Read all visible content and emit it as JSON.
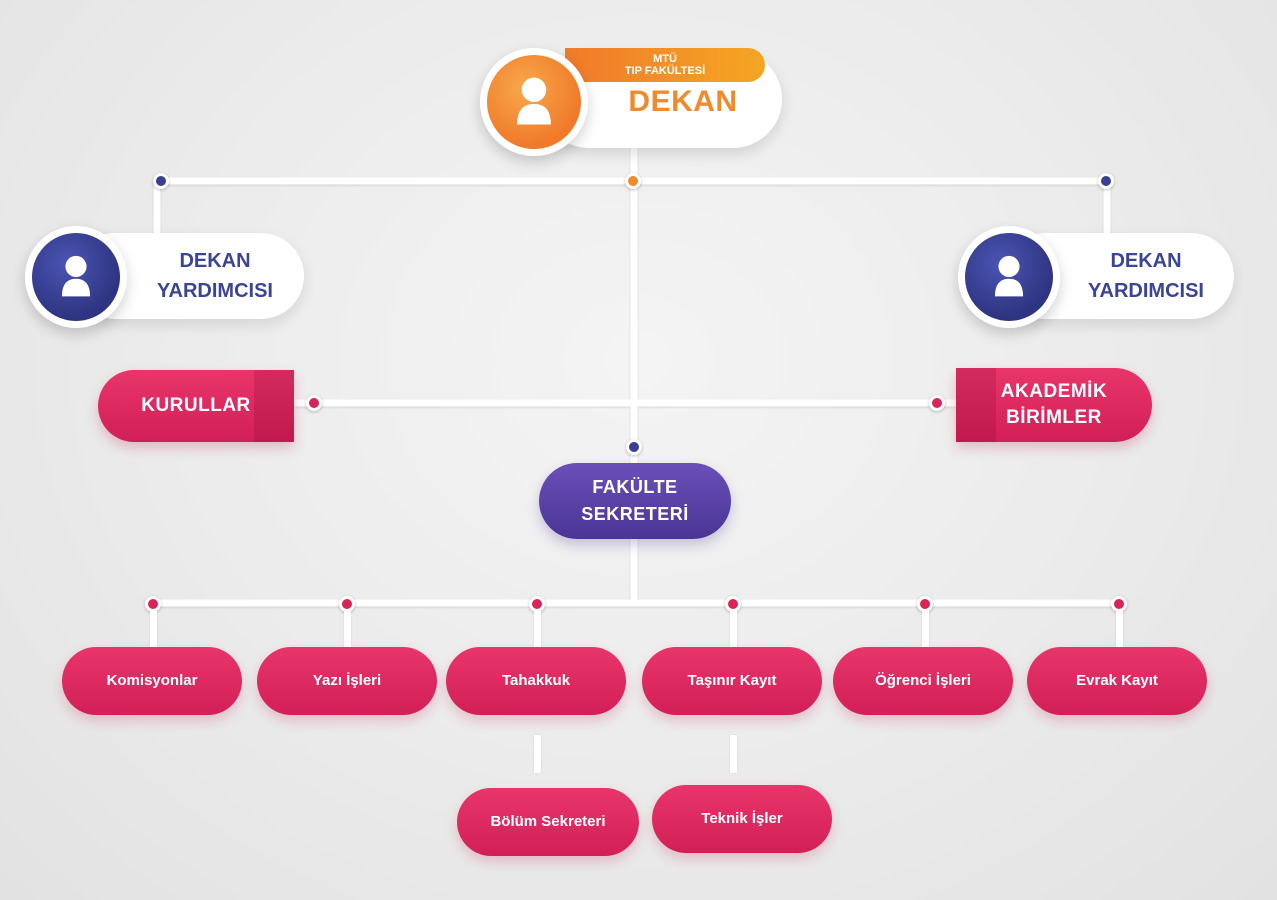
{
  "dekan": {
    "tag_line1": "MTÜ",
    "tag_line2": "TIP FAKÜLTESİ",
    "title": "DEKAN",
    "icon": "person-icon",
    "colors": {
      "accent": "#f08a2c",
      "tag_start": "#f07a2a",
      "tag_end": "#f5a623"
    }
  },
  "yardimci_left": {
    "line1": "DEKAN",
    "line2": "YARDIMCISI",
    "icon": "person-icon"
  },
  "yardimci_right": {
    "line1": "DEKAN",
    "line2": "YARDIMCISI",
    "icon": "person-icon"
  },
  "kurullar": {
    "label": "KURULLAR"
  },
  "akademik": {
    "line1": "AKADEMİK",
    "line2": "BİRİMLER"
  },
  "fakulte_sekreteri": {
    "line1": "FAKÜLTE",
    "line2": "SEKRETERİ"
  },
  "units": [
    {
      "label": "Komisyonlar"
    },
    {
      "label": "Yazı İşleri"
    },
    {
      "label": "Tahakkuk"
    },
    {
      "label": "Taşınır Kayıt"
    },
    {
      "label": "Öğrenci İşleri"
    },
    {
      "label": "Evrak Kayıt"
    }
  ],
  "sub_units": [
    {
      "label": "Bölüm Sekreteri"
    },
    {
      "label": "Teknik İşler"
    }
  ],
  "palette": {
    "navy": "#3b4496",
    "pink": "#d9245a",
    "purple": "#5a41a8",
    "connector": "#ffffff"
  }
}
